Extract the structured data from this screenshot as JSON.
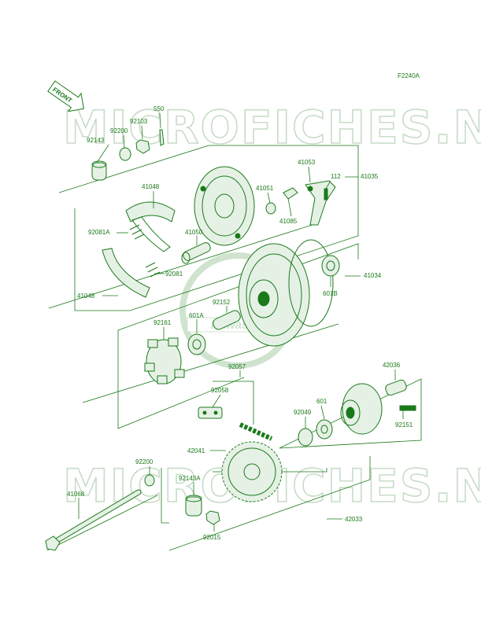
{
  "diagram_code": "F2240A",
  "front_label": "FRONT",
  "watermark": "MICROFICHES.NET",
  "brand_logo": "Kawasaki",
  "colors": {
    "ink": "#1a7a1a",
    "watermark": "#c8dcc8",
    "fill": "#e6f1e6"
  },
  "parts": {
    "p550": "550",
    "p92103": "92103",
    "p92200a": "92200",
    "p92143": "92143",
    "p41053": "41053",
    "p112": "112",
    "p41035": "41035",
    "p41048a": "41048",
    "p41051": "41051",
    "p41085": "41085",
    "p92081A": "92081A",
    "p41050": "41050",
    "p41034": "41034",
    "p92081": "92081",
    "p41048b": "41048",
    "p601B": "601B",
    "p92152": "92152",
    "p601A": "601A",
    "p92161": "92161",
    "p92057": "92057",
    "p42036": "42036",
    "p92058": "92058",
    "p601": "601",
    "p92049": "92049",
    "p92151": "92151",
    "p42041": "42041",
    "p92200b": "92200",
    "p92143A": "92143A",
    "p41068": "41068",
    "p42033": "42033",
    "p92015": "92015"
  }
}
